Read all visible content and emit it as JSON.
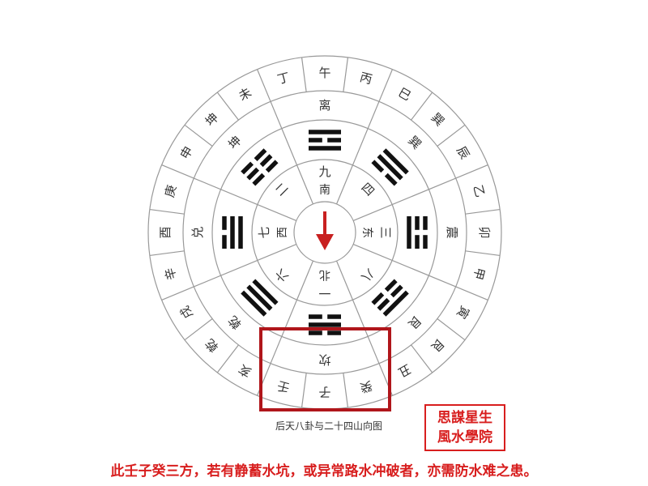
{
  "diagram": {
    "mountains": [
      "午",
      "丁",
      "未",
      "坤",
      "申",
      "庚",
      "酉",
      "辛",
      "戌",
      "乾",
      "亥",
      "壬",
      "子",
      "癸",
      "丑",
      "艮",
      "寅",
      "甲",
      "卯",
      "乙",
      "辰",
      "巽",
      "巳",
      "丙"
    ],
    "trigrams": [
      "离",
      "坤",
      "兑",
      "乾",
      "坎",
      "艮",
      "震",
      "巽"
    ],
    "numbers": [
      "九",
      "二",
      "七",
      "六",
      "一",
      "八",
      "三",
      "四"
    ],
    "directions": [
      "南",
      "西",
      "北",
      "东"
    ],
    "ring_colors": {
      "line": "#999999",
      "text": "#333333",
      "trigram": "#111111"
    },
    "arrow_color": "#c82020",
    "highlight_color": "#b0161b",
    "highlighted_sector": "坎"
  },
  "caption": "后天八卦与二十四山向图",
  "seal": {
    "line1": "思謀星生",
    "line2": "風水學院"
  },
  "footer": "此壬子癸三方，若有静蓄水坑，或异常路水冲破者，亦需防水难之患。"
}
